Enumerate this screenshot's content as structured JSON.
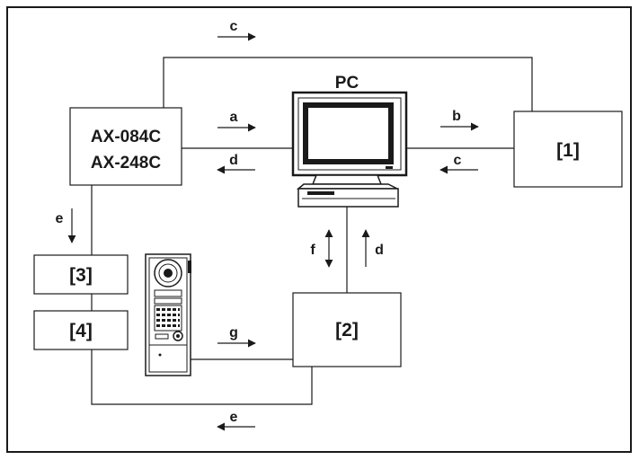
{
  "diagram": {
    "pc_label": "PC",
    "controller_line1": "AX-084C",
    "controller_line2": "AX-248C",
    "box1_label": "[1]",
    "box2_label": "[2]",
    "box3_label": "[3]",
    "box4_label": "[4]",
    "arrow_labels": {
      "a": "a",
      "b": "b",
      "c_top": "c",
      "c_right": "c",
      "d_left": "d",
      "d_vertical": "d",
      "e_left": "e",
      "e_bottom": "e",
      "f": "f",
      "g": "g"
    }
  }
}
